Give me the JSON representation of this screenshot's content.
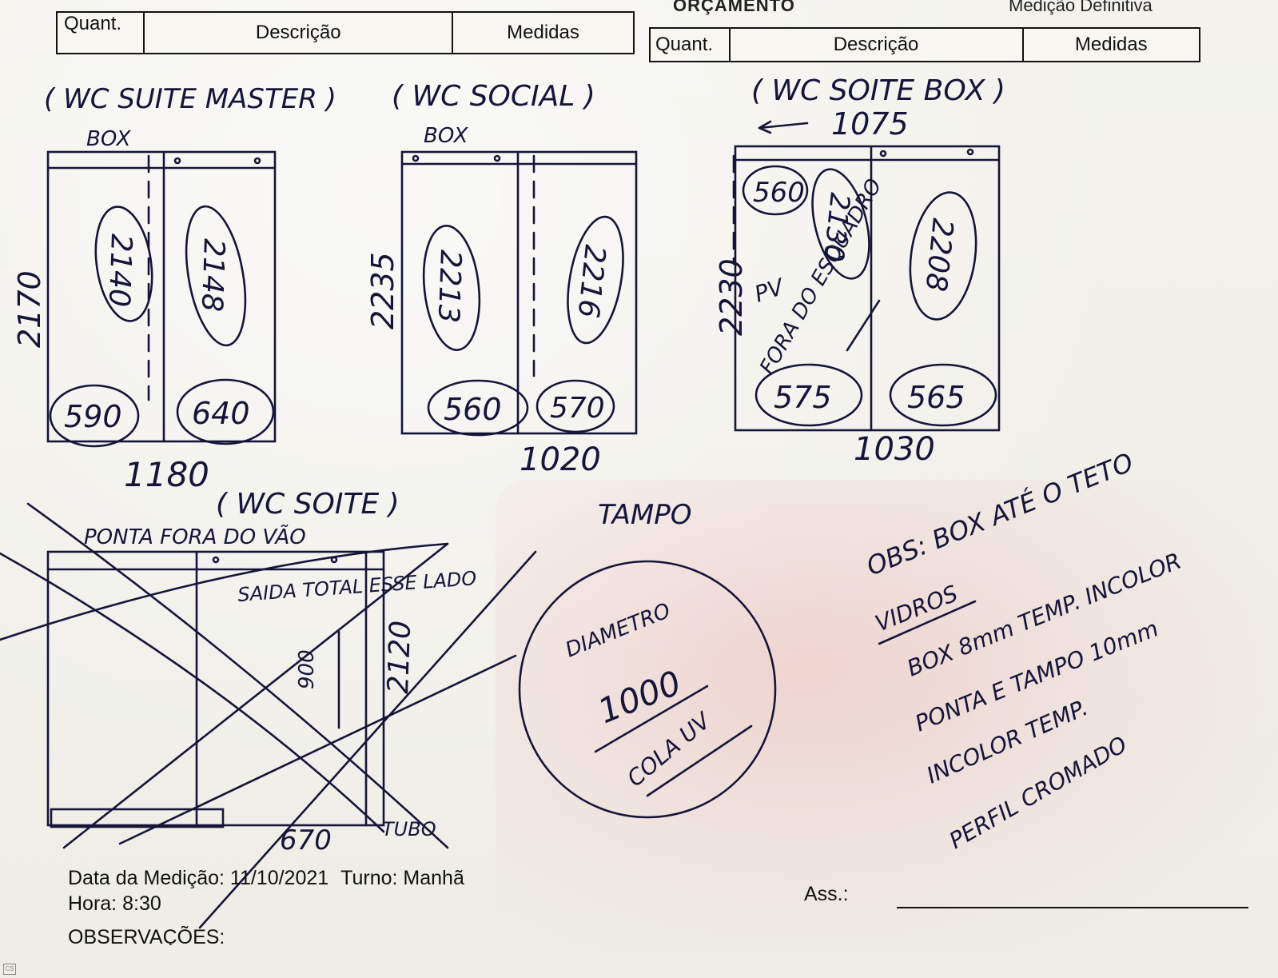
{
  "form": {
    "top_center_clipped": "ORÇAMENTO",
    "top_right_clipped": "Medição Definitiva",
    "table_left": {
      "quant": "Quant.",
      "descricao": "Descrição",
      "medidas": "Medidas"
    },
    "table_right": {
      "quant": "Quant.",
      "descricao": "Descrição",
      "medidas": "Medidas"
    },
    "data_medicao_label": "Data da Medição:",
    "data_medicao_value": "11/10/2021",
    "turno_label": "Turno:",
    "turno_value": "Manhã",
    "hora_label": "Hora:",
    "hora_value": "8:30",
    "observacoes_label": "OBSERVAÇÕES:",
    "assinatura_label": "Ass.:",
    "scanner_mark": "CS"
  },
  "handwriting": {
    "wc_master": {
      "title": "( WC SUITE MASTER )",
      "box": "BOX",
      "height": "2170",
      "width": "1180",
      "left_height": "2140",
      "right_height": "2148",
      "bottom_left": "590",
      "bottom_right": "640"
    },
    "wc_social": {
      "title": "( WC SOCIAL )",
      "box": "BOX",
      "height": "2235",
      "width": "1020",
      "left_height": "2213",
      "right_height": "2216",
      "bottom_left": "560",
      "bottom_right": "570"
    },
    "wc_suite_box": {
      "title": "( WC SOITE BOX )",
      "top_width": "1075",
      "height": "2230",
      "width": "1030",
      "top_left": "560",
      "left_height": "2130",
      "right_height": "2208",
      "note_1": "PV",
      "note_2": "FORA DO ESQUADRO",
      "bottom_left": "575",
      "bottom_right": "565"
    },
    "wc_suite_cancelled": {
      "title": "( WC SOITE )",
      "subtitle": "PONTA FORA DO VÃO",
      "note": "SAIDA TOTAL ESSE LADO",
      "inner_height": "900",
      "height": "2120",
      "bottom_width": "670",
      "tubo": "TUBO"
    },
    "tampo": {
      "title": "TAMPO",
      "diametro": "DIAMETRO",
      "value": "1000",
      "cola": "COLA UV"
    },
    "obs": {
      "line1": "OBS: BOX ATÉ O TETO",
      "vidros": "VIDROS",
      "line2": "BOX 8mm TEMP. INCOLOR",
      "line3": "PONTA E TAMPO 10mm",
      "line4": "INCOLOR TEMP.",
      "line5": "PERFIL CROMADO"
    }
  }
}
